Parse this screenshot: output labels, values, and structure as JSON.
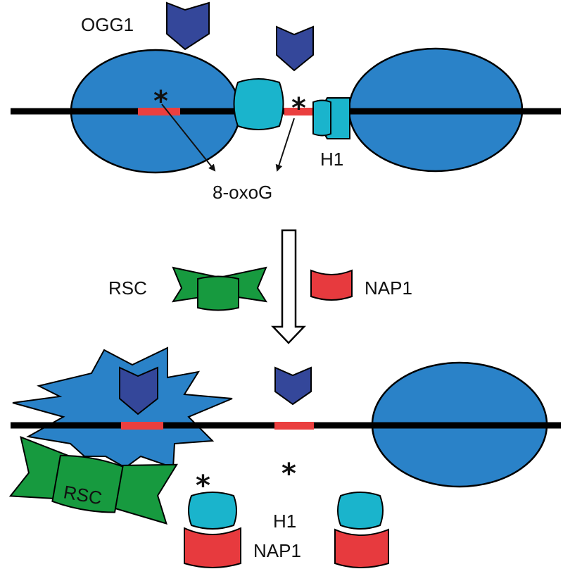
{
  "labels": {
    "ogg1": "OGG1",
    "h1_top": "H1",
    "oxog": "8-oxoG",
    "rsc_legend": "RSC",
    "nap1_legend": "NAP1",
    "rsc_bottom": "RSC",
    "h1_bottom": "H1",
    "nap1_bottom": "NAP1",
    "asterisk": "*"
  },
  "colors": {
    "nucleosome": "#2a82c8",
    "h1": "#1ab4cc",
    "ogg1": "#34479a",
    "damage": "#ea3f3f",
    "rsc": "#179a3f",
    "nap1": "#e73a3e",
    "dna": "#000000"
  }
}
